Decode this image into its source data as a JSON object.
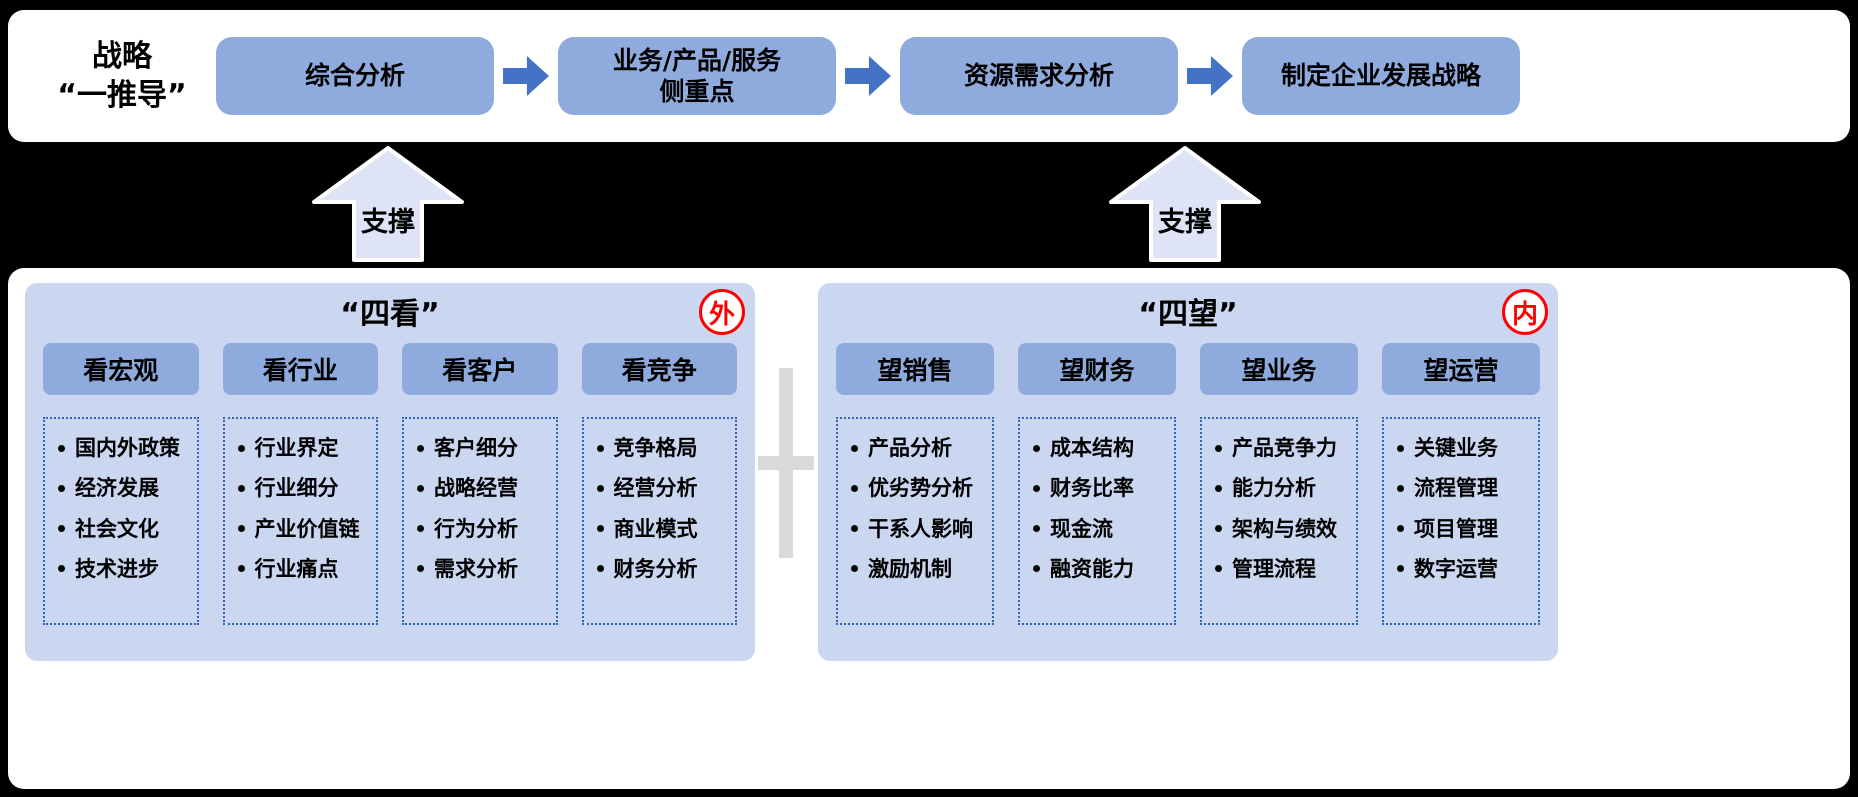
{
  "top": {
    "label_line1": "战略",
    "label_line2": "“一推导”",
    "steps": [
      "综合分析",
      "业务/产品/服务\n侧重点",
      "资源需求分析",
      "制定企业发展战略"
    ]
  },
  "support": {
    "left_label": "支撑",
    "right_label": "支撑"
  },
  "bottom": {
    "left_panel": {
      "title": "“四看”",
      "badge": "外",
      "columns": [
        {
          "header": "看宏观",
          "items": [
            "国内外政策",
            "经济发展",
            "社会文化",
            "技术进步"
          ]
        },
        {
          "header": "看行业",
          "items": [
            "行业界定",
            "行业细分",
            "产业价值链",
            "行业痛点"
          ]
        },
        {
          "header": "看客户",
          "items": [
            "客户细分",
            "战略经营",
            "行为分析",
            "需求分析"
          ]
        },
        {
          "header": "看竞争",
          "items": [
            "竞争格局",
            "经营分析",
            "商业模式",
            "财务分析"
          ]
        }
      ]
    },
    "right_panel": {
      "title": "“四望”",
      "badge": "内",
      "columns": [
        {
          "header": "望销售",
          "items": [
            "产品分析",
            "优劣势分析",
            "干系人影响",
            "激励机制"
          ]
        },
        {
          "header": "望财务",
          "items": [
            "成本结构",
            "财务比率",
            "现金流",
            "融资能力"
          ]
        },
        {
          "header": "望业务",
          "items": [
            "产品竞争力",
            "能力分析",
            "架构与绩效",
            "管理流程"
          ]
        },
        {
          "header": "望运营",
          "items": [
            "关键业务",
            "流程管理",
            "项目管理",
            "数字运营"
          ]
        }
      ]
    }
  },
  "colors": {
    "step_box_blue": "#8FAADC",
    "flow_arrow_blue": "#4472C4",
    "panel_blue": "#CBD7F1",
    "support_arrow_fill": "#DEE3F6",
    "dotted_border_blue": "#2E64B5",
    "badge_red": "#FF0000",
    "plus_gray": "#D9D9D9",
    "background": "#000000"
  }
}
